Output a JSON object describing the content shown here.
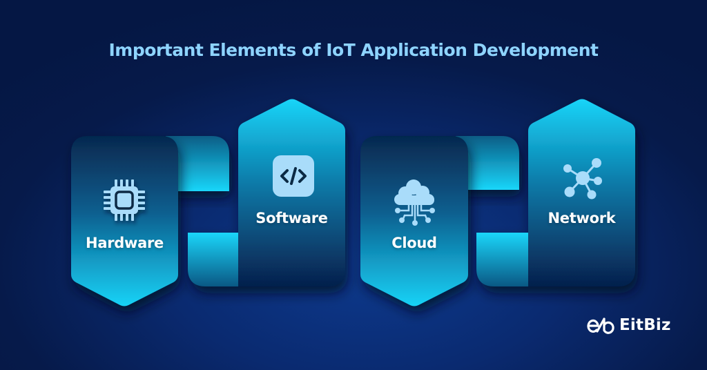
{
  "title": "Important Elements of IoT Application Development",
  "elements": [
    {
      "label": "Hardware",
      "icon": "chip-icon",
      "direction": "down"
    },
    {
      "label": "Software",
      "icon": "code-icon",
      "direction": "up"
    },
    {
      "label": "Cloud",
      "icon": "cloud-network-icon",
      "direction": "down"
    },
    {
      "label": "Network",
      "icon": "network-hub-icon",
      "direction": "up"
    }
  ],
  "brand": {
    "mark": "eb",
    "name": "EitBiz"
  },
  "colors": {
    "background_dark": "#051744",
    "background_center": "#0d3a8e",
    "title": "#8ed4ff",
    "cyan_light": "#1ccff5",
    "navy_dark": "#062a57",
    "icon_fill": "#a9dcfa",
    "icon_stroke": "#0b2a44",
    "label": "#ffffff"
  }
}
